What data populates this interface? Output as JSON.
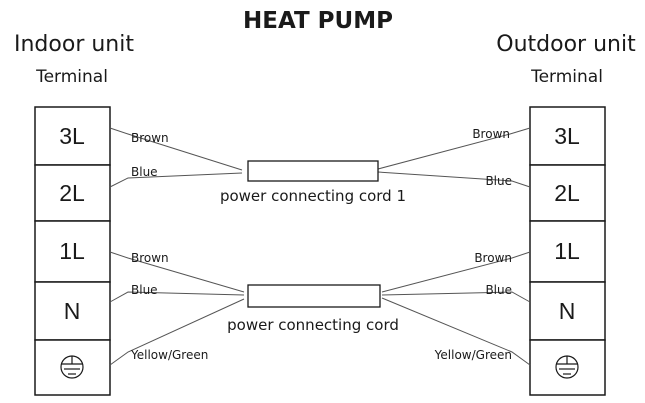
{
  "title": "HEAT PUMP",
  "indoor": {
    "title": "Indoor unit",
    "terminal_label": "Terminal",
    "terminals": [
      "3L",
      "2L",
      "1L",
      "N",
      "ground-icon"
    ]
  },
  "outdoor": {
    "title": "Outdoor unit",
    "terminal_label": "Terminal",
    "terminals": [
      "3L",
      "2L",
      "1L",
      "N",
      "ground-icon"
    ]
  },
  "cords": [
    {
      "label": "power connecting cord 1",
      "wires": [
        {
          "color": "Brown"
        },
        {
          "color": "Blue"
        }
      ]
    },
    {
      "label": "power connecting cord",
      "wires": [
        {
          "color": "Brown"
        },
        {
          "color": "Blue"
        },
        {
          "color": "Yellow/Green"
        }
      ]
    }
  ]
}
